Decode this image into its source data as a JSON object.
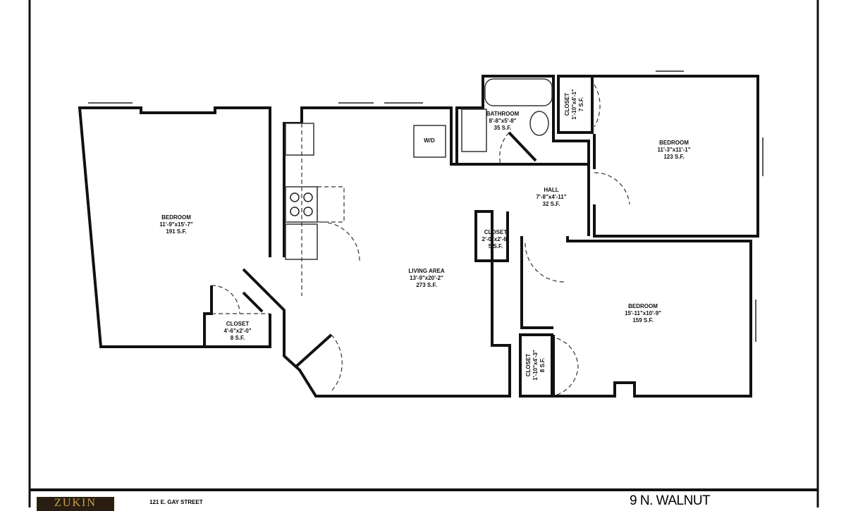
{
  "rooms": {
    "bedroom_left": {
      "name": "BEDROOM",
      "dims": "11'-9\"x15'-7\"",
      "area": "191 S.F."
    },
    "closet_left": {
      "name": "CLOSET",
      "dims": "4'-6\"x2'-0\"",
      "area": "8 S.F."
    },
    "living": {
      "name": "LIVING AREA",
      "dims": "13'-9\"x20'-2\"",
      "area": "273 S.F."
    },
    "wd": {
      "name": "W/D"
    },
    "bathroom": {
      "name": "BATHROOM",
      "dims": "8'-8\"x5'-8\"",
      "area": "35 S.F."
    },
    "closet_bath": {
      "name": "CLOSET",
      "dims": "1'-10\"x4'-1\"",
      "area": "7 S.F."
    },
    "bedroom_ne": {
      "name": "BEDROOM",
      "dims": "11'-3\"x11'-1\"",
      "area": "123 S.F."
    },
    "hall": {
      "name": "HALL",
      "dims": "7'-8\"x4'-11\"",
      "area": "32 S.F."
    },
    "closet_hall": {
      "name": "CLOSET",
      "dims": "2'-0\"x2'-6\"",
      "area": "5 S.F."
    },
    "bedroom_se": {
      "name": "BEDROOM",
      "dims": "15'-11\"x10'-9\"",
      "area": "159 S.F."
    },
    "closet_se": {
      "name": "CLOSET",
      "dims": "1'-10\"x4'-3\"",
      "area": "8 S.F."
    }
  },
  "footer": {
    "logo": "ZUKIN",
    "address": "121 E. GAY STREET",
    "title": "9 N. WALNUT"
  }
}
